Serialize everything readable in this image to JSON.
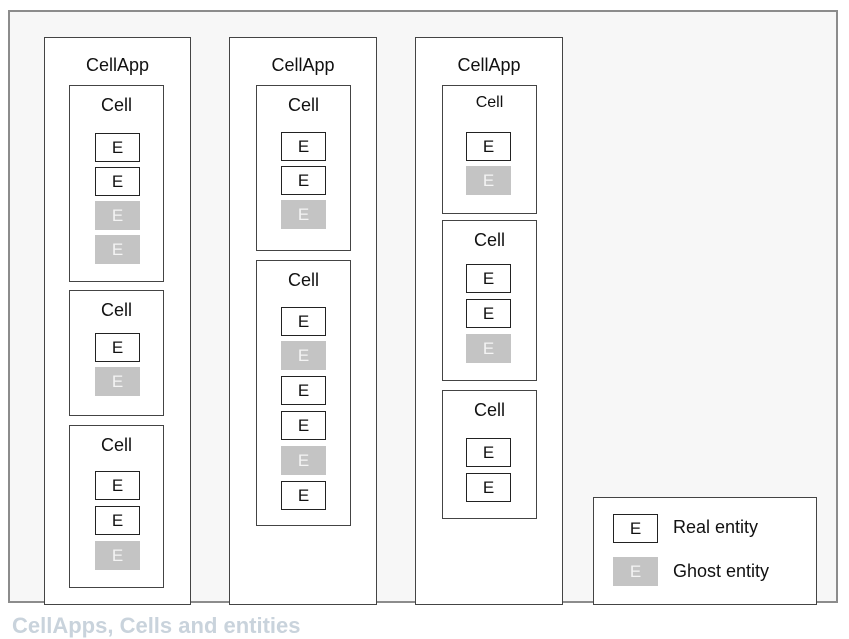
{
  "cellapp_label": "CellApp",
  "cell_label": "Cell",
  "entity_label": "E",
  "legend": {
    "real": "Real entity",
    "ghost": "Ghost entity"
  },
  "colors": {
    "ghost_fill": "#c4c4c4",
    "border": "#444444",
    "background": "#f7f7f7"
  },
  "cellapps": [
    {
      "cells": [
        [
          "real",
          "real",
          "ghost",
          "ghost"
        ],
        [
          "real",
          "ghost"
        ],
        [
          "real",
          "real",
          "ghost"
        ]
      ]
    },
    {
      "cells": [
        [
          "real",
          "real",
          "ghost"
        ],
        [
          "real",
          "ghost",
          "real",
          "real",
          "ghost",
          "real"
        ]
      ]
    },
    {
      "cells": [
        [
          "real",
          "ghost"
        ],
        [
          "real",
          "real",
          "ghost"
        ],
        [
          "real",
          "real"
        ]
      ]
    }
  ],
  "caption_fragment": "CellApps, Cells and entities"
}
